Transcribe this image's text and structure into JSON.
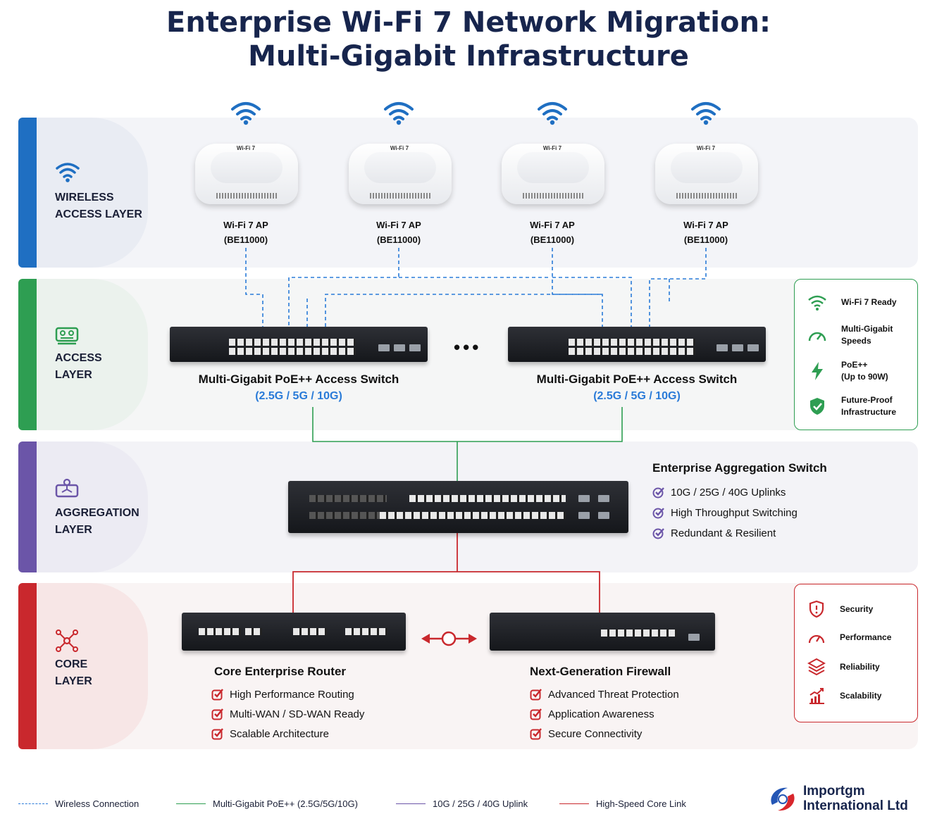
{
  "title": {
    "line1": "Enterprise Wi-Fi 7 Network Migration:",
    "line2": "Multi-Gigabit Infrastructure"
  },
  "layers": {
    "wireless": {
      "label": "WIRELESS\nACCESS LAYER",
      "color": "#1f6fc2",
      "bg": "#f3f4f8"
    },
    "access": {
      "label": "ACCESS\nLAYER",
      "color": "#2e9e52",
      "bg": "#f3f5f4"
    },
    "aggregation": {
      "label": "AGGREGATION\nLAYER",
      "color": "#6b55a8",
      "bg": "#f3f3f7"
    },
    "core": {
      "label": "CORE\nLAYER",
      "color": "#c9282d",
      "bg": "#f8f3f3"
    }
  },
  "access_points": [
    {
      "name": "Wi-Fi 7 AP",
      "model": "(BE11000)",
      "badge": "Wi-Fi 7"
    },
    {
      "name": "Wi-Fi 7 AP",
      "model": "(BE11000)",
      "badge": "Wi-Fi 7"
    },
    {
      "name": "Wi-Fi 7 AP",
      "model": "(BE11000)",
      "badge": "Wi-Fi 7"
    },
    {
      "name": "Wi-Fi 7 AP",
      "model": "(BE11000)",
      "badge": "Wi-Fi 7"
    }
  ],
  "access_switches": [
    {
      "title": "Multi-Gigabit PoE++ Access Switch",
      "speeds": "(2.5G / 5G / 10G)"
    },
    {
      "title": "Multi-Gigabit PoE++ Access Switch",
      "speeds": "(2.5G / 5G / 10G)"
    }
  ],
  "ellipsis": "•••",
  "access_features": [
    {
      "icon": "wifi-icon",
      "text": "Wi-Fi 7 Ready"
    },
    {
      "icon": "speedometer-icon",
      "text": "Multi-Gigabit\nSpeeds"
    },
    {
      "icon": "lightning-icon",
      "text": "PoE++\n(Up to 90W)"
    },
    {
      "icon": "shield-check-icon",
      "text": "Future-Proof\nInfrastructure"
    }
  ],
  "aggregation": {
    "title": "Enterprise Aggregation Switch",
    "features": [
      "10G / 25G / 40G Uplinks",
      "High Throughput Switching",
      "Redundant & Resilient"
    ]
  },
  "core": {
    "router": {
      "title": "Core Enterprise Router",
      "features": [
        "High Performance Routing",
        "Multi-WAN / SD-WAN Ready",
        "Scalable Architecture"
      ]
    },
    "firewall": {
      "title": "Next-Generation Firewall",
      "features": [
        "Advanced Threat Protection",
        "Application Awareness",
        "Secure Connectivity"
      ]
    }
  },
  "core_features": [
    {
      "icon": "shield-icon",
      "text": "Security"
    },
    {
      "icon": "gauge-icon",
      "text": "Performance"
    },
    {
      "icon": "layers-icon",
      "text": "Reliability"
    },
    {
      "icon": "growth-chart-icon",
      "text": "Scalability"
    }
  ],
  "legend": [
    {
      "label": "Wireless Connection",
      "color": "#2a7bd8",
      "style": "dashed"
    },
    {
      "label": "Multi-Gigabit PoE++ (2.5G/5G/10G)",
      "color": "#2e9e52",
      "style": "solid"
    },
    {
      "label": "10G / 25G / 40G Uplink",
      "color": "#6b55a8",
      "style": "solid"
    },
    {
      "label": "High-Speed Core Link",
      "color": "#c9282d",
      "style": "solid"
    }
  ],
  "brand": {
    "name": "Importgm\nInternational Ltd"
  }
}
